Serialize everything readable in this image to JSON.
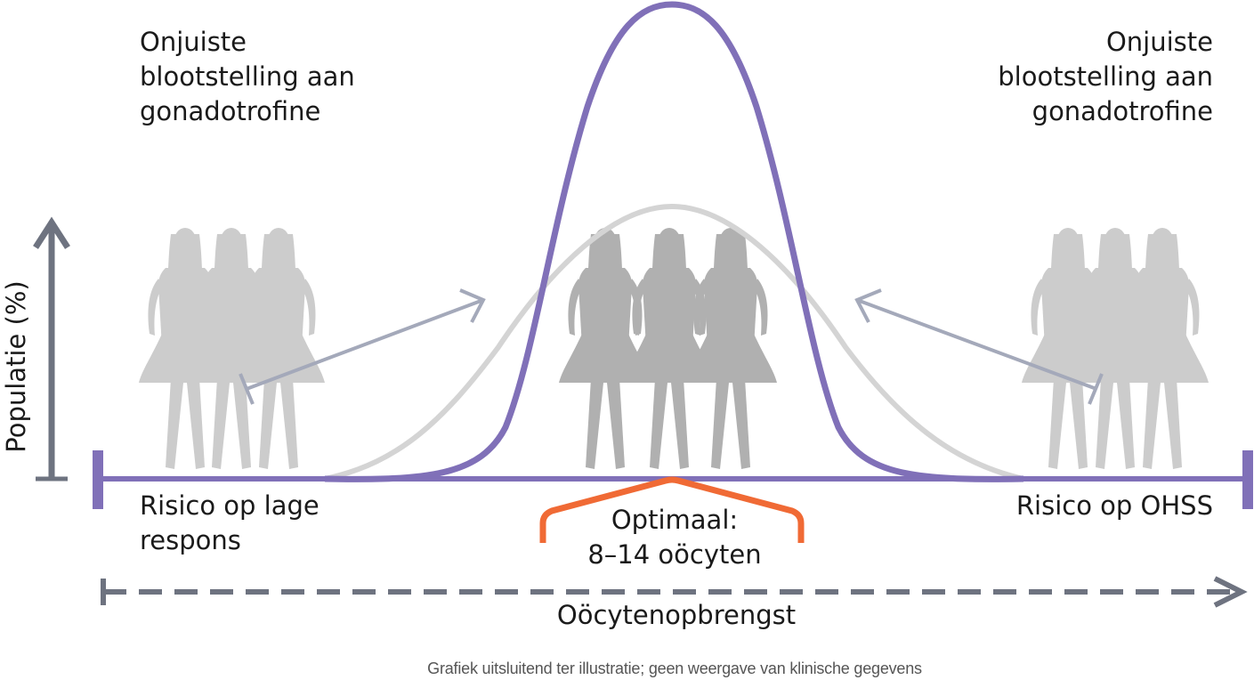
{
  "labels": {
    "top_left": "Onjuiste\nblootstelling aan\ngonadotrofine",
    "top_right": "Onjuiste\nblootstelling aan\ngonadotrofine",
    "low_response": "Risico op lage\nrespons",
    "ohss": "Risico op OHSS",
    "optimal": "Optimaal:\n8–14 oöcyten",
    "x_axis": "Oöcytenopbrengst",
    "y_axis": "Populatie (%)",
    "caption": "Grafiek uitsluitend ter illustratie; geen weergave van klinische gegevens"
  },
  "colors": {
    "narrow_curve": "#8070b8",
    "wide_curve": "#d4d4d4",
    "axis": "#6e7380",
    "arrow": "#a4a9ba",
    "optimal_bracket": "#f06a35",
    "silhouette_side": "#cccccc",
    "silhouette_center": "#b0b0b0"
  }
}
